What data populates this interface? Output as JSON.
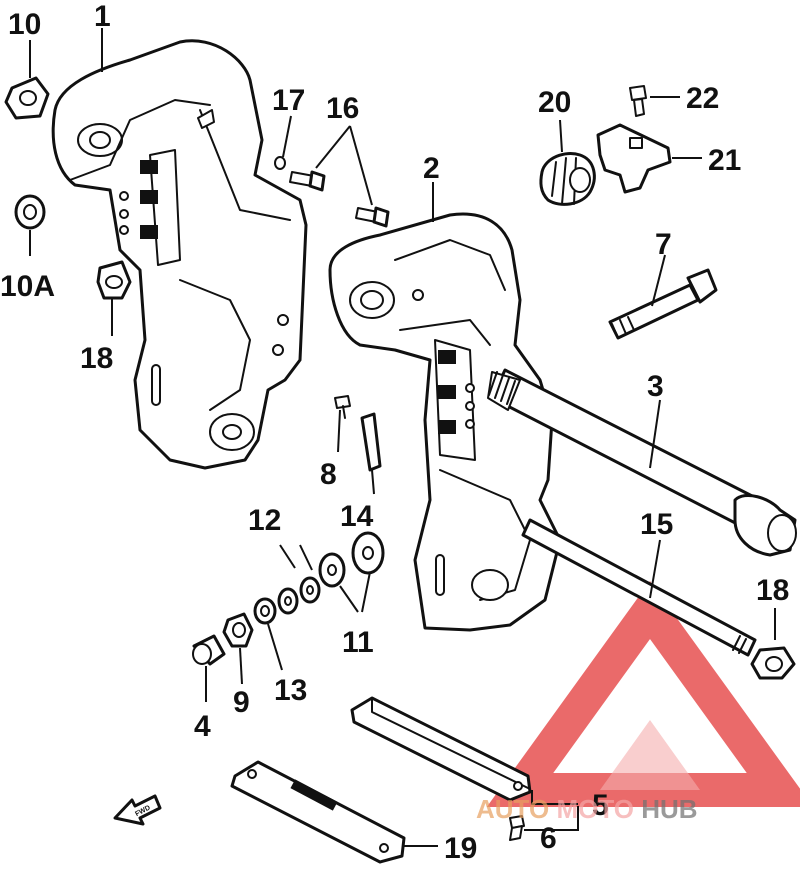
{
  "callouts": {
    "c1": "1",
    "c2": "2",
    "c3": "3",
    "c4": "4",
    "c5": "5",
    "c6": "6",
    "c7": "7",
    "c8": "8",
    "c9": "9",
    "c10": "10",
    "c10a": "10A",
    "c11": "11",
    "c12": "12",
    "c13": "13",
    "c14": "14",
    "c15": "15",
    "c16": "16",
    "c17": "17",
    "c18a": "18",
    "c18b": "18",
    "c19": "19",
    "c20": "20",
    "c21": "21",
    "c22": "22"
  },
  "fwd_marker": "FWD",
  "watermark": {
    "text_left": "AUTO",
    "text_mid": "MOTO",
    "text_right": "HUB",
    "color_primary": "#e85a5a",
    "color_secondary": "#f4a5a5",
    "color_dark": "#707070"
  }
}
